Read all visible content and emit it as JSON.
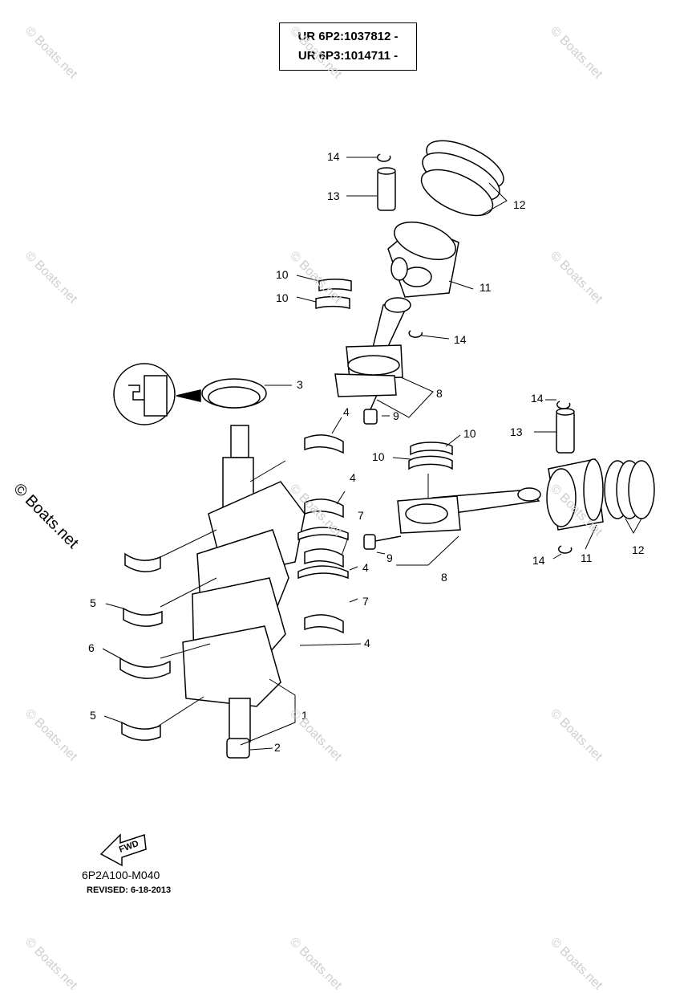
{
  "header": {
    "serial_line_1": "UR  6P2:1037812 -",
    "serial_line_2": "UR  6P3:1014711 -"
  },
  "callouts": {
    "c1": "1",
    "c2": "2",
    "c3": "3",
    "c4a": "4",
    "c4b": "4",
    "c4c": "4",
    "c4d": "4",
    "c5a": "5",
    "c5b": "5",
    "c6": "6",
    "c7a": "7",
    "c7b": "7",
    "c8a": "8",
    "c8b": "8",
    "c9a": "9",
    "c9b": "9",
    "c10a": "10",
    "c10b": "10",
    "c10c": "10",
    "c10d": "10",
    "c11a": "11",
    "c11b": "11",
    "c12a": "12",
    "c12b": "12",
    "c13a": "13",
    "c13b": "13",
    "c14a": "14",
    "c14b": "14",
    "c14c": "14",
    "c14d": "14"
  },
  "fwd_label": "FWD",
  "footer": {
    "code": "6P2A100-M040",
    "revised": "REVISED: 6-18-2013"
  },
  "watermark": {
    "text": "© Boats.net",
    "side_text": "© Boats.net"
  }
}
